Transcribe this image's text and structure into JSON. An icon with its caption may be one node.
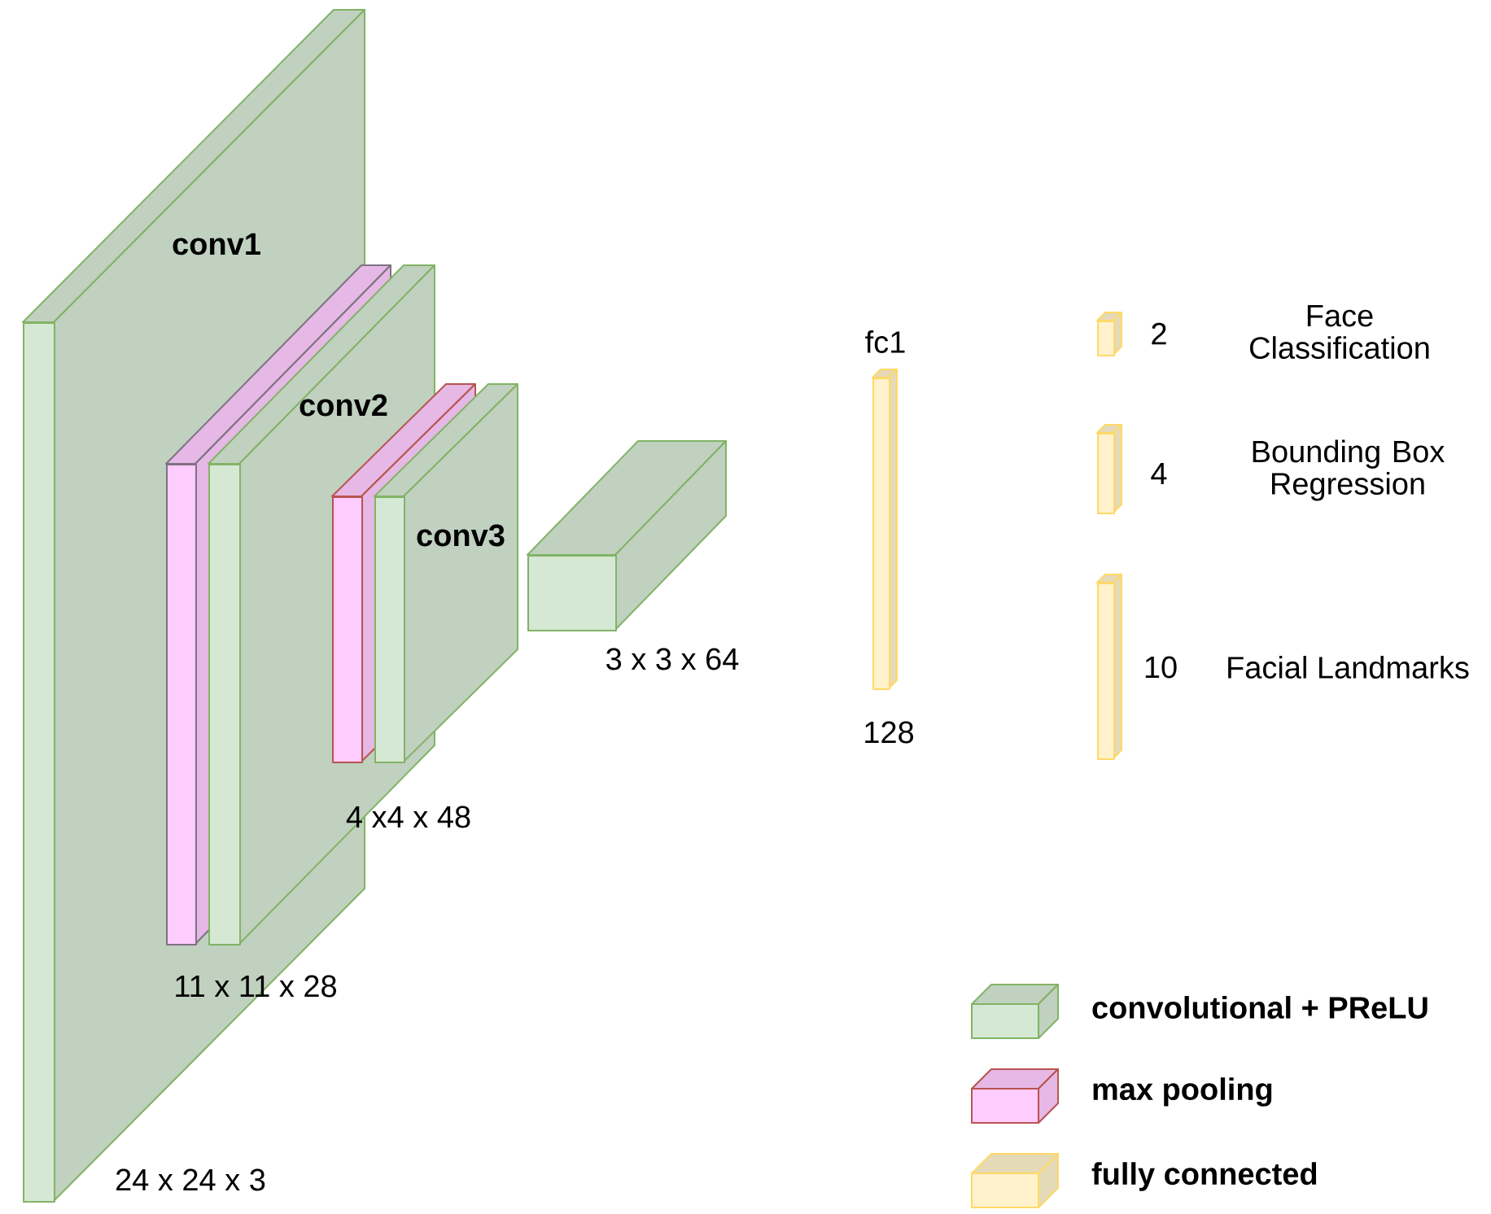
{
  "diagram": {
    "nodes": [
      {
        "text": [],
        "shape": "cuboid"
      },
      {
        "text": [],
        "shape": "cuboid"
      },
      {
        "text": [],
        "shape": "cuboid"
      },
      {
        "text": [],
        "shape": "cuboid"
      },
      {
        "text": [],
        "shape": "cuboid"
      },
      {
        "text": [],
        "shape": "cuboid"
      },
      {
        "text": [],
        "shape": "cuboid",
        "beside": [
          "fc1",
          "128"
        ]
      },
      {
        "text": [],
        "shape": "cuboid",
        "beside": [
          "2",
          "Face Classification"
        ]
      },
      {
        "text": [],
        "shape": "cuboid",
        "beside": [
          "4",
          "Bounding Box Regression"
        ]
      },
      {
        "text": [],
        "shape": "cuboid",
        "beside": [
          "10",
          "Facial Landmarks"
        ]
      }
    ],
    "labels": [
      "conv1",
      "conv2",
      "conv3",
      "3 x 3 x 64",
      "4 x4 x 48",
      "11 x 11 x 28",
      "24 x 24 x 3"
    ],
    "legend": [
      {
        "text": "convolutional + PReLU",
        "color": "#d5e8d4"
      },
      {
        "text": "max pooling",
        "color": "#ffccff"
      },
      {
        "text": "fully connected",
        "color": "#fff2cc"
      }
    ]
  }
}
